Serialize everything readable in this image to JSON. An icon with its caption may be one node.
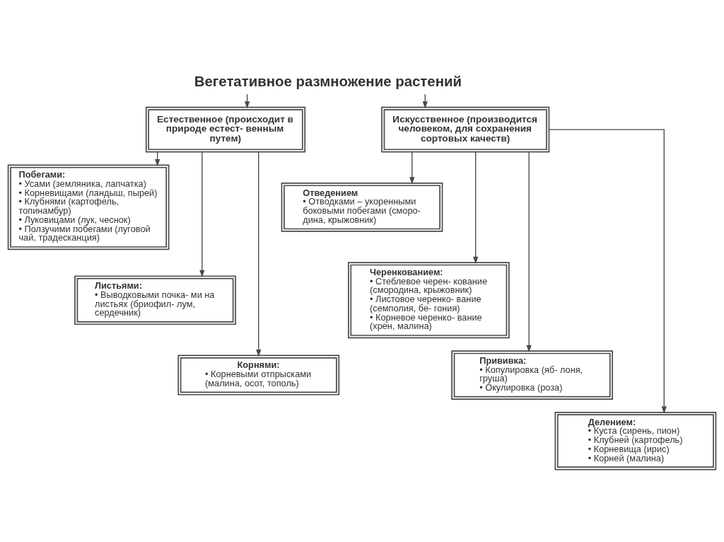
{
  "diagram": {
    "nodes": [
      {
        "text": [
          "Вегетативное размножение растений"
        ]
      },
      {
        "text": [
          "Естественное (происходит в природе естест- венным путем)"
        ]
      },
      {
        "text": [
          "Побегами:",
          "• Усами (земляника, лапчатка)",
          "• Корневищами (ландыш, пырей)",
          "• Клубнями (картофель, топинамбур)",
          "• Луковицами (лук, чеснок)",
          "• Ползучими побегами (луговой чай, традесканция)"
        ]
      },
      {
        "text": [
          "Листьями:",
          "• Выводковыми почка- ми на листьях (бриофил- лум, сердечник)"
        ]
      },
      {
        "text": [
          "Корнями:",
          "• Корневыми отпрысками (малина, осот, тополь)"
        ]
      },
      {
        "text": [
          "Искусственное (производится человеком, для сохранения сортовых качеств)"
        ]
      },
      {
        "text": [
          "Отведением",
          "• Отводками – укоренными боковыми побегами (сморо- дина, крыжовник)"
        ]
      },
      {
        "text": [
          "Черенкованием:",
          "• Стеблевое черен- кование (смородина, крыжовник)",
          "• Листовое черенко- вание (семполия, бе- гония)",
          "• Корневое черенко- вание (хрен, малина)"
        ]
      },
      {
        "text": [
          "Прививка:",
          "• Копулировка (яб- лоня, груша)",
          "• Окулировка (роза)"
        ]
      },
      {
        "text": [
          "Делением:",
          "• Куста (сирень, пион)",
          "• Клубней (картофель)",
          "• Корневища (ирис)",
          "• Корней (малина)"
        ]
      }
    ],
    "edges": [
      {
        "from": 0,
        "to": 1,
        "arrow": "to"
      },
      {
        "from": 0,
        "to": 5,
        "arrow": "to"
      },
      {
        "from": 1,
        "to": 2,
        "arrow": "to"
      },
      {
        "from": 1,
        "to": 3,
        "arrow": "to"
      },
      {
        "from": 1,
        "to": 4,
        "arrow": "to"
      },
      {
        "from": 5,
        "to": 6,
        "arrow": "to"
      },
      {
        "from": 5,
        "to": 7,
        "arrow": "to"
      },
      {
        "from": 5,
        "to": 8,
        "arrow": "to"
      },
      {
        "from": 5,
        "to": 9,
        "arrow": "to"
      }
    ]
  }
}
